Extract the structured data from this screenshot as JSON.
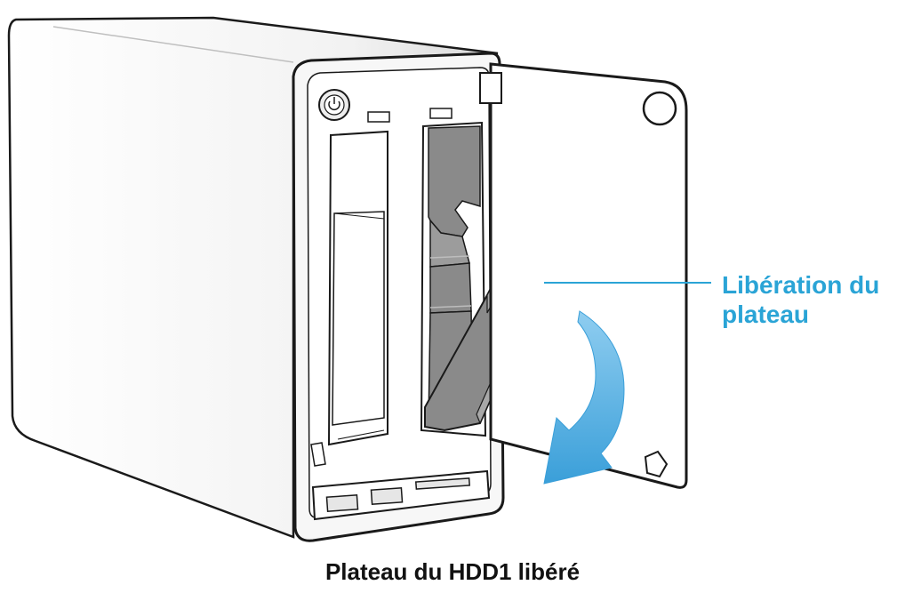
{
  "diagram": {
    "callout": {
      "line1": "Libération du",
      "line2": "plateau"
    },
    "caption": "Plateau du HDD1 libéré",
    "colors": {
      "callout_text": "#2aa4d6",
      "callout_line": "#2aa4d6",
      "arrow": "#3a9fd9",
      "outline": "#1a1a1a",
      "tray_fill": "#8a8a8a",
      "tray_fill_light": "#a8a8a8"
    },
    "icons": [
      "power-icon",
      "curved-arrow-icon"
    ]
  }
}
